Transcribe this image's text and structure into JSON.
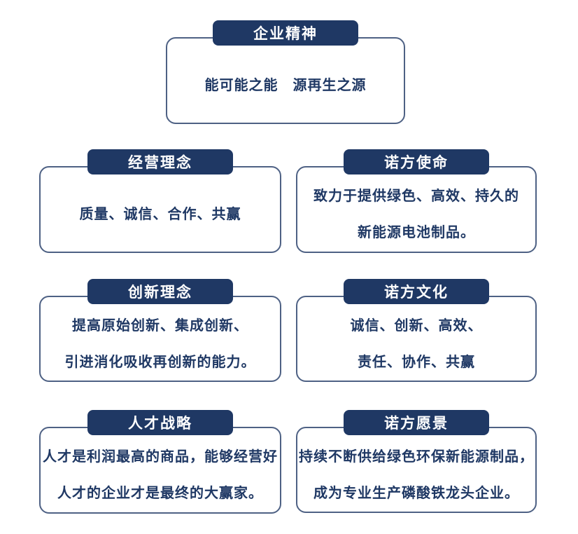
{
  "theme": {
    "tab_bg": "#1f3864",
    "tab_text": "#ffffff",
    "body_text": "#1f3864",
    "card_border": "#4e6184",
    "page_bg": "#ffffff"
  },
  "cards": [
    {
      "title": "企业精神",
      "lines": [
        "能可能之能　源再生之源"
      ]
    },
    {
      "title": "经营理念",
      "lines": [
        "质量、诚信、合作、共赢"
      ]
    },
    {
      "title": "诺方使命",
      "lines": [
        "致力于提供绿色、高效、持久的",
        "新能源电池制品。"
      ]
    },
    {
      "title": "创新理念",
      "lines": [
        "提高原始创新、集成创新、",
        "引进消化吸收再创新的能力。"
      ]
    },
    {
      "title": "诺方文化",
      "lines": [
        "诚信、创新、高效、",
        "责任、协作、共赢"
      ]
    },
    {
      "title": "人才战略",
      "lines": [
        "人才是利润最高的商品，能够经营好",
        "人才的企业才是最终的大赢家。"
      ]
    },
    {
      "title": "诺方愿景",
      "lines": [
        "持续不断供给绿色环保新能源制品，",
        "成为专业生产磷酸铁龙头企业。"
      ]
    }
  ]
}
